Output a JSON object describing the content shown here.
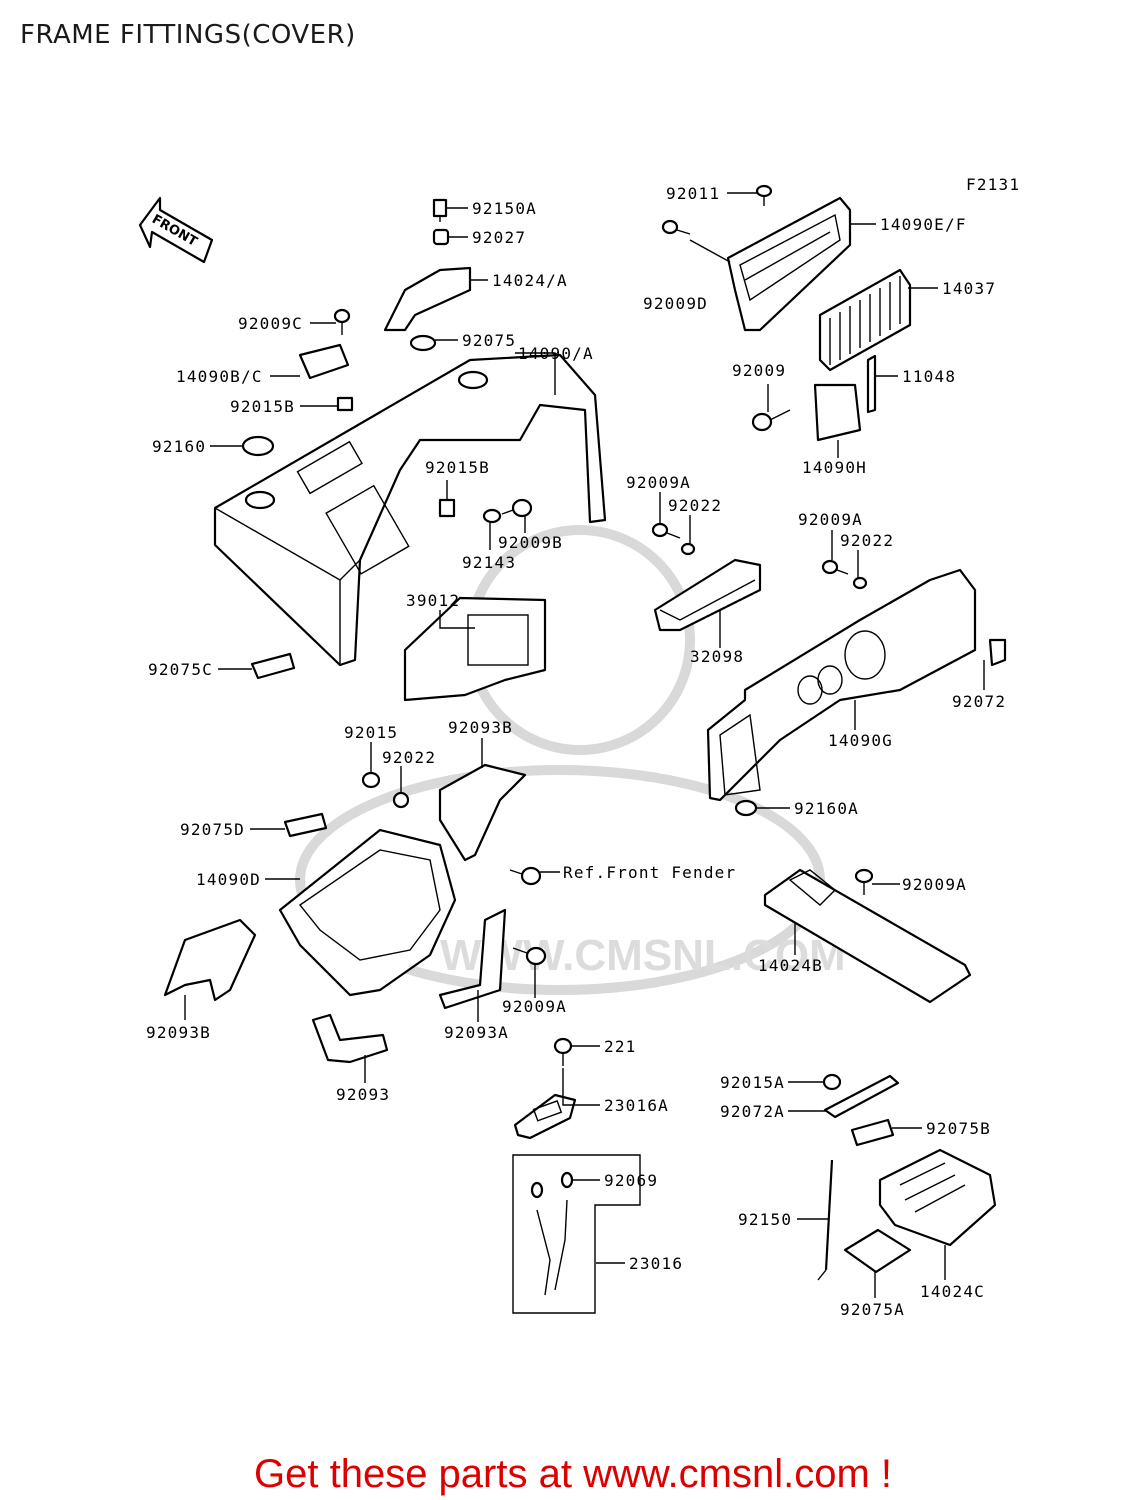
{
  "title": "FRAME FITTINGS(COVER)",
  "figure_code": "F2131",
  "direction_arrow": "FRONT",
  "ref_note": "Ref.Front Fender",
  "watermark": "WWW.CMSNL.COM",
  "promo": "Get these parts at www.cmsnl.com !",
  "labels": {
    "p92150A": "92150A",
    "p92027": "92027",
    "p14024A": "14024/A",
    "p92075": "92075",
    "p92009C": "92009C",
    "p14090BC": "14090B/C",
    "p92015B_1": "92015B",
    "p14090A": "14090/A",
    "p92160": "92160",
    "p92015B_2": "92015B",
    "p92143": "92143",
    "p92009B": "92009B",
    "p39012": "39012",
    "p92075C": "92075C",
    "p92011": "92011",
    "p14090EF": "14090E/F",
    "p92009D": "92009D",
    "p14037": "14037",
    "p92009": "92009",
    "p11048": "11048",
    "p14090H": "14090H",
    "p92009A_1": "92009A",
    "p92022_1": "92022",
    "p32098": "32098",
    "p92009A_2": "92009A",
    "p92022_2": "92022",
    "p92072": "92072",
    "p14090G": "14090G",
    "p92160A": "92160A",
    "p92015": "92015",
    "p92022_3": "92022",
    "p92093B_1": "92093B",
    "p92075D": "92075D",
    "p14090D": "14090D",
    "p92009A_3": "92009A",
    "p14024B": "14024B",
    "p92009A_4": "92009A",
    "p92093B_2": "92093B",
    "p92093A": "92093A",
    "p92093": "92093",
    "p221": "221",
    "p23016A": "23016A",
    "p92069": "92069",
    "p23016": "23016",
    "p92015A": "92015A",
    "p92072A": "92072A",
    "p92075B": "92075B",
    "p92150": "92150",
    "p14024C": "14024C",
    "p92075A": "92075A"
  }
}
